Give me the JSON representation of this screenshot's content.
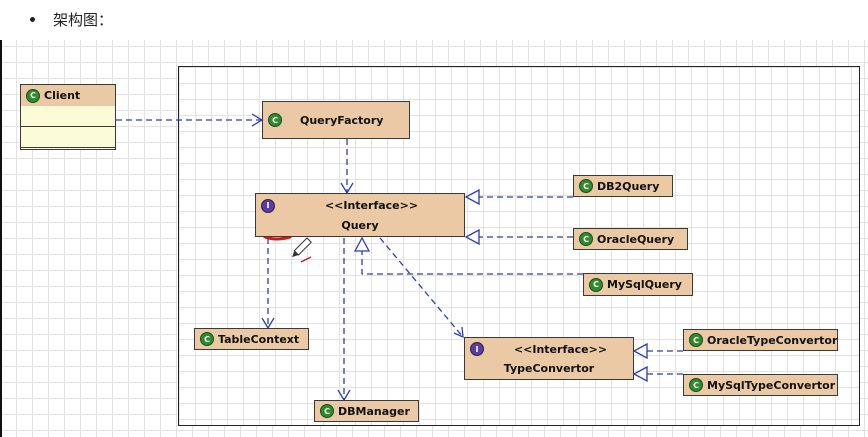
{
  "heading": {
    "text": "架构图："
  },
  "icons": {
    "class_icon": "class-icon",
    "interface_icon": "interface-icon",
    "pencil": "pencil-cursor-icon"
  },
  "colors": {
    "class_fill": "#ebc9a4",
    "client_fill": "#fbfbd8",
    "class_icon": "#2e8b2e",
    "interface_icon": "#5b3d9e",
    "link": "#2a3fb3",
    "annotation": "#d11a1a"
  },
  "classes": {
    "client": {
      "name": "Client"
    },
    "query_factory": {
      "name": "QueryFactory"
    },
    "query": {
      "stereotype": "<<Interface>>",
      "name": "Query"
    },
    "db2_query": {
      "name": "DB2Query"
    },
    "oracle_query": {
      "name": "OracleQuery"
    },
    "mysql_query": {
      "name": "MySqlQuery"
    },
    "table_context": {
      "name": "TableContext"
    },
    "db_manager": {
      "name": "DBManager"
    },
    "type_convertor": {
      "stereotype": "<<Interface>>",
      "name": "TypeConvertor"
    },
    "oracle_type_convertor": {
      "name": "OracleTypeConvertor"
    },
    "mysql_type_convertor": {
      "name": "MySqlTypeConvertor"
    }
  }
}
